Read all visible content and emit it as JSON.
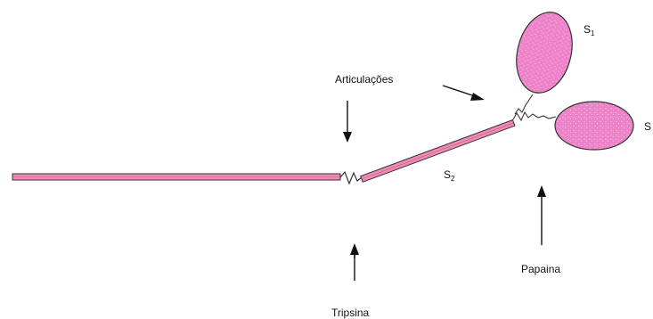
{
  "labels": {
    "articulacoes": "Articulações",
    "tripsina": "Tripsina",
    "papaina": "Papaina",
    "s1_letter": "S",
    "s1_sub": "1",
    "s2_letter": "S",
    "s2_sub": "2",
    "s_right": "S"
  },
  "colors": {
    "rod_fill": "#f08ab4",
    "rod_stroke": "#333333",
    "head_fill": "#ee82c8",
    "head_stroke": "#333333",
    "arrow": "#111111"
  }
}
